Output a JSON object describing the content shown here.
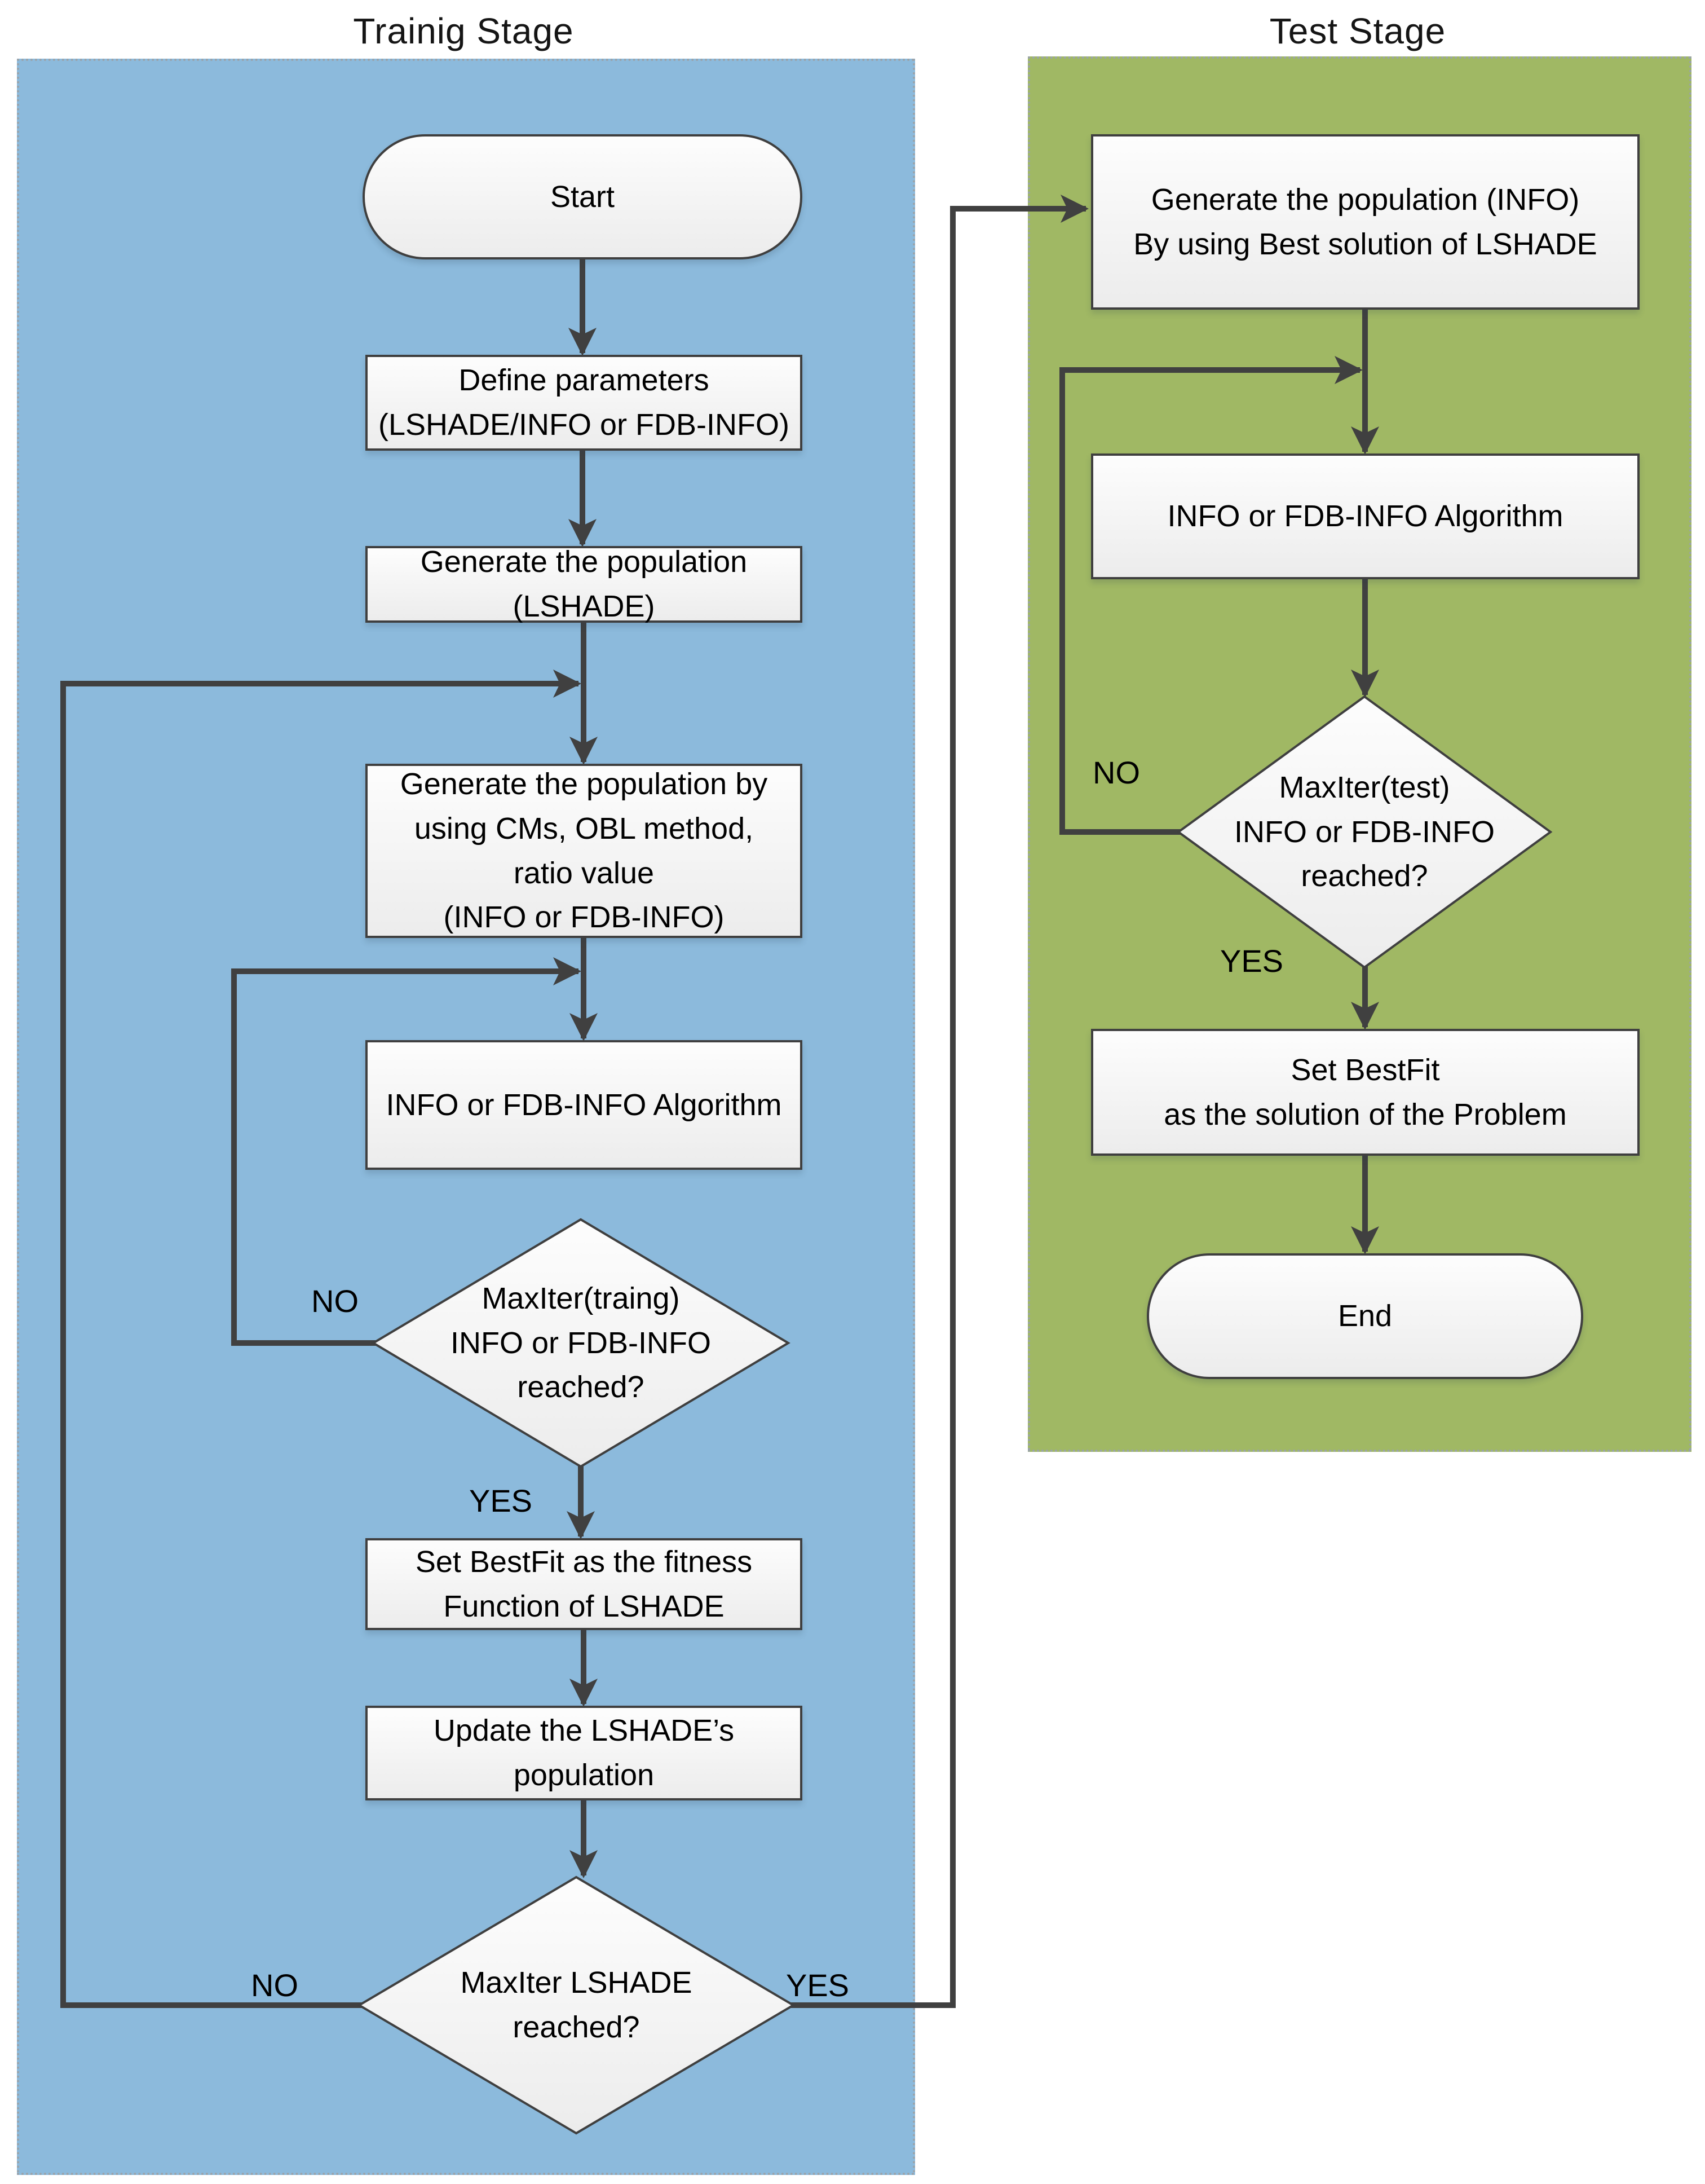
{
  "colors": {
    "training_bg": "#8cbadc",
    "test_bg": "#a0b864",
    "node_border": "#3f3f3f",
    "arrow": "#404040"
  },
  "stages": {
    "training": {
      "title": "Trainig Stage",
      "nodes": {
        "start": "Start",
        "define_params": "Define parameters\n(LSHADE/INFO or FDB-INFO)",
        "generate_lshade": "Generate the population\n(LSHADE)",
        "generate_info": "Generate the population by\nusing CMs, OBL method,\nratio value\n(INFO or FDB-INFO)",
        "algorithm": "INFO or FDB-INFO Algorithm",
        "maxiter_info_decision": "MaxIter(traing)\nINFO or FDB-INFO\nreached?",
        "set_bestfit": "Set BestFit as the fitness\nFunction of LSHADE",
        "update_population": "Update the LSHADE’s\npopulation",
        "maxiter_lshade_decision": "MaxIter LSHADE\nreached?"
      },
      "edge_labels": {
        "inner_no": "NO",
        "inner_yes": "YES",
        "outer_no": "NO",
        "outer_yes": "YES"
      }
    },
    "test": {
      "title": "Test Stage",
      "nodes": {
        "generate_info": "Generate the population (INFO)\nBy using Best solution of LSHADE",
        "algorithm": "INFO or FDB-INFO Algorithm",
        "maxiter_decision": "MaxIter(test)\nINFO or FDB-INFO\nreached?",
        "set_bestfit": "Set BestFit\nas the solution of the Problem",
        "end": "End"
      },
      "edge_labels": {
        "no": "NO",
        "yes": "YES"
      }
    }
  }
}
